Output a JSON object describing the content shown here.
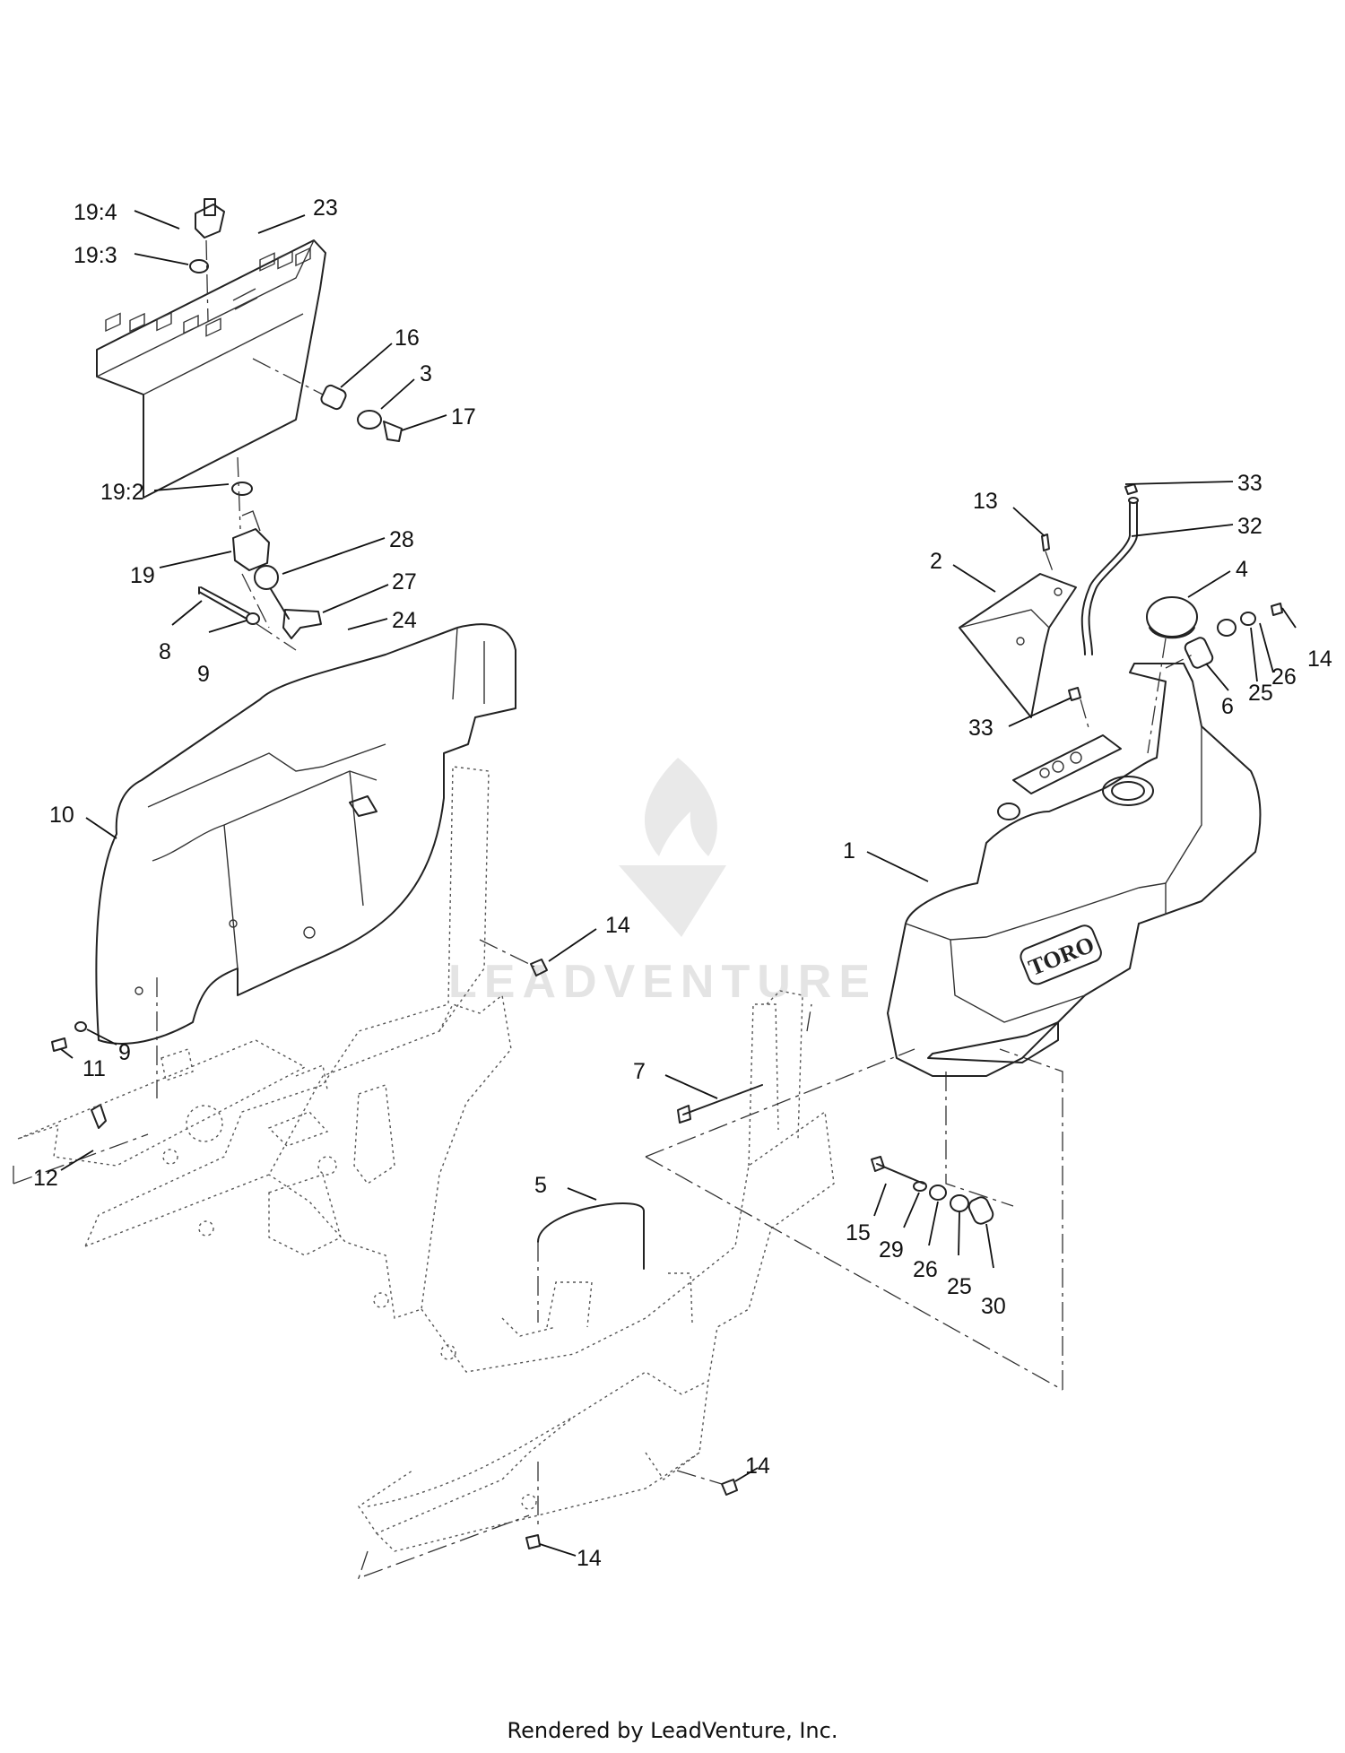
{
  "watermark": "LEADVENTURE",
  "footer": "Rendered by LeadVenture, Inc.",
  "brand_on_tank": "TORO",
  "callouts": [
    {
      "id": "c-19-4",
      "label": "19:4"
    },
    {
      "id": "c-23",
      "label": "23"
    },
    {
      "id": "c-19-3",
      "label": "19:3"
    },
    {
      "id": "c-16",
      "label": "16"
    },
    {
      "id": "c-3",
      "label": "3"
    },
    {
      "id": "c-17",
      "label": "17"
    },
    {
      "id": "c-19-2",
      "label": "19:2"
    },
    {
      "id": "c-19",
      "label": "19"
    },
    {
      "id": "c-28",
      "label": "28"
    },
    {
      "id": "c-27",
      "label": "27"
    },
    {
      "id": "c-8",
      "label": "8"
    },
    {
      "id": "c-24",
      "label": "24"
    },
    {
      "id": "c-9a",
      "label": "9"
    },
    {
      "id": "c-10",
      "label": "10"
    },
    {
      "id": "c-11",
      "label": "11"
    },
    {
      "id": "c-9b",
      "label": "9"
    },
    {
      "id": "c-12",
      "label": "12"
    },
    {
      "id": "c-14a",
      "label": "14"
    },
    {
      "id": "c-33a",
      "label": "33"
    },
    {
      "id": "c-13",
      "label": "13"
    },
    {
      "id": "c-32",
      "label": "32"
    },
    {
      "id": "c-2",
      "label": "2"
    },
    {
      "id": "c-4",
      "label": "4"
    },
    {
      "id": "c-14b",
      "label": "14"
    },
    {
      "id": "c-26a",
      "label": "26"
    },
    {
      "id": "c-25a",
      "label": "25"
    },
    {
      "id": "c-6",
      "label": "6"
    },
    {
      "id": "c-33b",
      "label": "33"
    },
    {
      "id": "c-1",
      "label": "1"
    },
    {
      "id": "c-7",
      "label": "7"
    },
    {
      "id": "c-5",
      "label": "5"
    },
    {
      "id": "c-15",
      "label": "15"
    },
    {
      "id": "c-29",
      "label": "29"
    },
    {
      "id": "c-26b",
      "label": "26"
    },
    {
      "id": "c-25b",
      "label": "25"
    },
    {
      "id": "c-30",
      "label": "30"
    },
    {
      "id": "c-14c",
      "label": "14"
    },
    {
      "id": "c-14d",
      "label": "14"
    }
  ]
}
